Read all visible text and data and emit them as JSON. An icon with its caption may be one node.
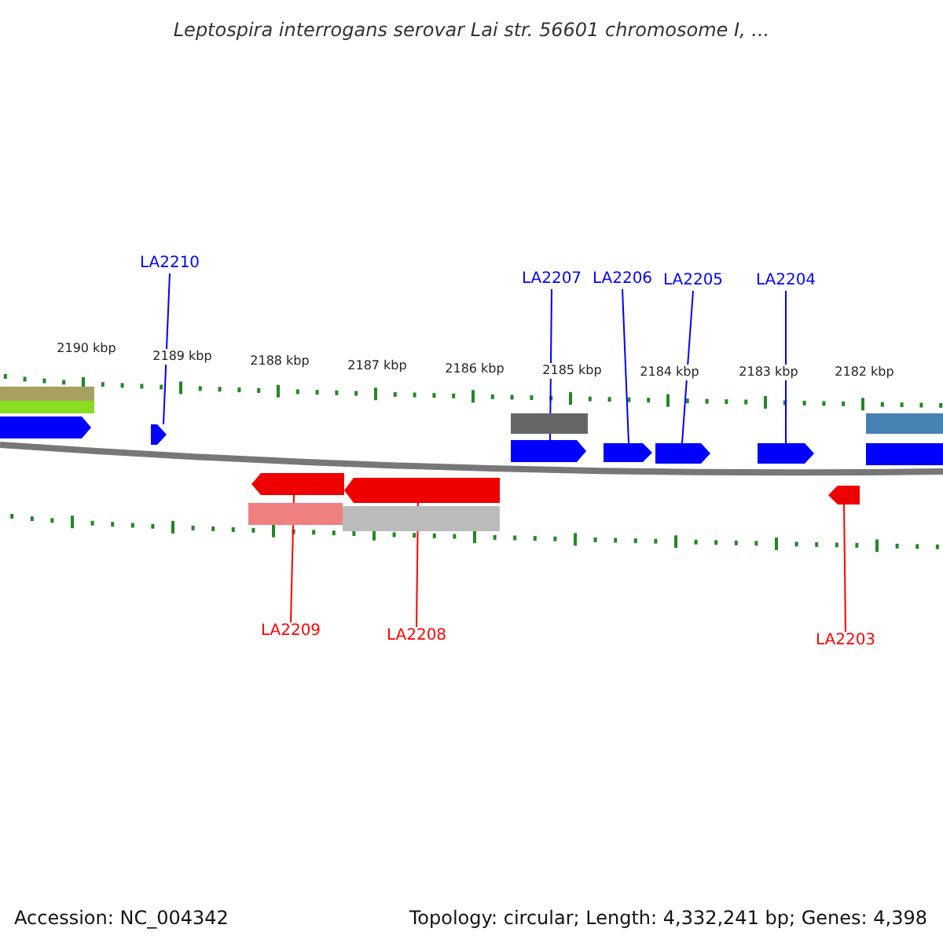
{
  "diagram": {
    "title": "Leptospira interrogans serovar Lai str. 56601 chromosome I, ...",
    "nodes": [
      {
        "text": [
          "LA2210"
        ]
      },
      {
        "text": [
          "LA2207"
        ]
      },
      {
        "text": [
          "LA2206"
        ]
      },
      {
        "text": [
          "LA2205"
        ]
      },
      {
        "text": [
          "LA2204"
        ]
      },
      {
        "text": [
          "LA2209"
        ]
      },
      {
        "text": [
          "LA2208"
        ]
      },
      {
        "text": [
          "LA2203"
        ]
      },
      {
        "text": [],
        "shape": "bar"
      },
      {
        "text": [],
        "shape": "bar"
      },
      {
        "text": [],
        "shape": "pentagon"
      },
      {
        "text": [],
        "shape": "pentagon"
      },
      {
        "text": [],
        "shape": "bar"
      },
      {
        "text": [],
        "shape": "pentagon"
      },
      {
        "text": [],
        "shape": "pentagon"
      },
      {
        "text": [],
        "shape": "pentagon"
      },
      {
        "text": [],
        "shape": "pentagon"
      },
      {
        "text": [],
        "shape": "bar"
      },
      {
        "text": [],
        "shape": "bar"
      },
      {
        "text": [],
        "shape": "pentagon"
      },
      {
        "text": [],
        "shape": "pentagon"
      },
      {
        "text": [],
        "shape": "bar"
      },
      {
        "text": [],
        "shape": "bar"
      },
      {
        "text": [],
        "shape": "pentagon"
      }
    ],
    "edges": [
      {
        "from": 0,
        "to": 11,
        "arrow": "none"
      },
      {
        "from": 1,
        "to": 13,
        "arrow": "none"
      },
      {
        "from": 2,
        "to": 14,
        "arrow": "none"
      },
      {
        "from": 3,
        "to": 15,
        "arrow": "none"
      },
      {
        "from": 4,
        "to": 16,
        "arrow": "none"
      },
      {
        "from": 5,
        "to": 19,
        "arrow": "none",
        "color": "#ff0000"
      },
      {
        "from": 6,
        "to": 20,
        "arrow": "none",
        "color": "#ff0000"
      },
      {
        "from": 7,
        "to": 23,
        "arrow": "none",
        "color": "#ff0000"
      }
    ],
    "labels": [
      "2190 kbp",
      "2189 kbp",
      "2188 kbp",
      "2187 kbp",
      "2186 kbp",
      "2185 kbp",
      "2184 kbp",
      "2183 kbp",
      "2182 kbp",
      "Accession: NC_004342",
      "Topology: circular; Length: 4,332,241 bp; Genes: 4,398"
    ]
  }
}
